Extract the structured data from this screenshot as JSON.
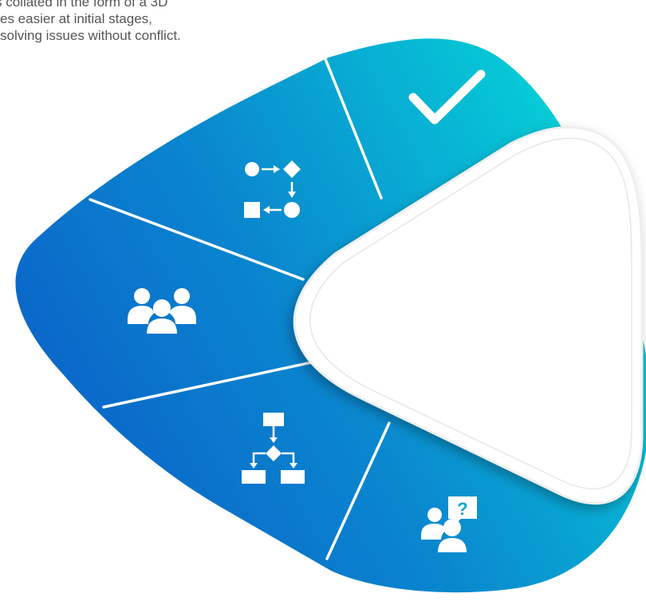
{
  "caption": {
    "lines": [
      "s collated in the form of a 3D",
      "es easier at initial stages,",
      "solving issues without conflict."
    ]
  },
  "segments": [
    {
      "icon": "checkmark-icon"
    },
    {
      "icon": "process-flow-icon"
    },
    {
      "icon": "team-icon"
    },
    {
      "icon": "decision-flowchart-icon"
    },
    {
      "icon": "question-people-icon"
    }
  ],
  "colors": {
    "gradient_start": "#0a63c9",
    "gradient_end": "#06d4d6",
    "divider": "#ffffff",
    "center_fill": "#ffffff",
    "caption_text": "#555555"
  }
}
